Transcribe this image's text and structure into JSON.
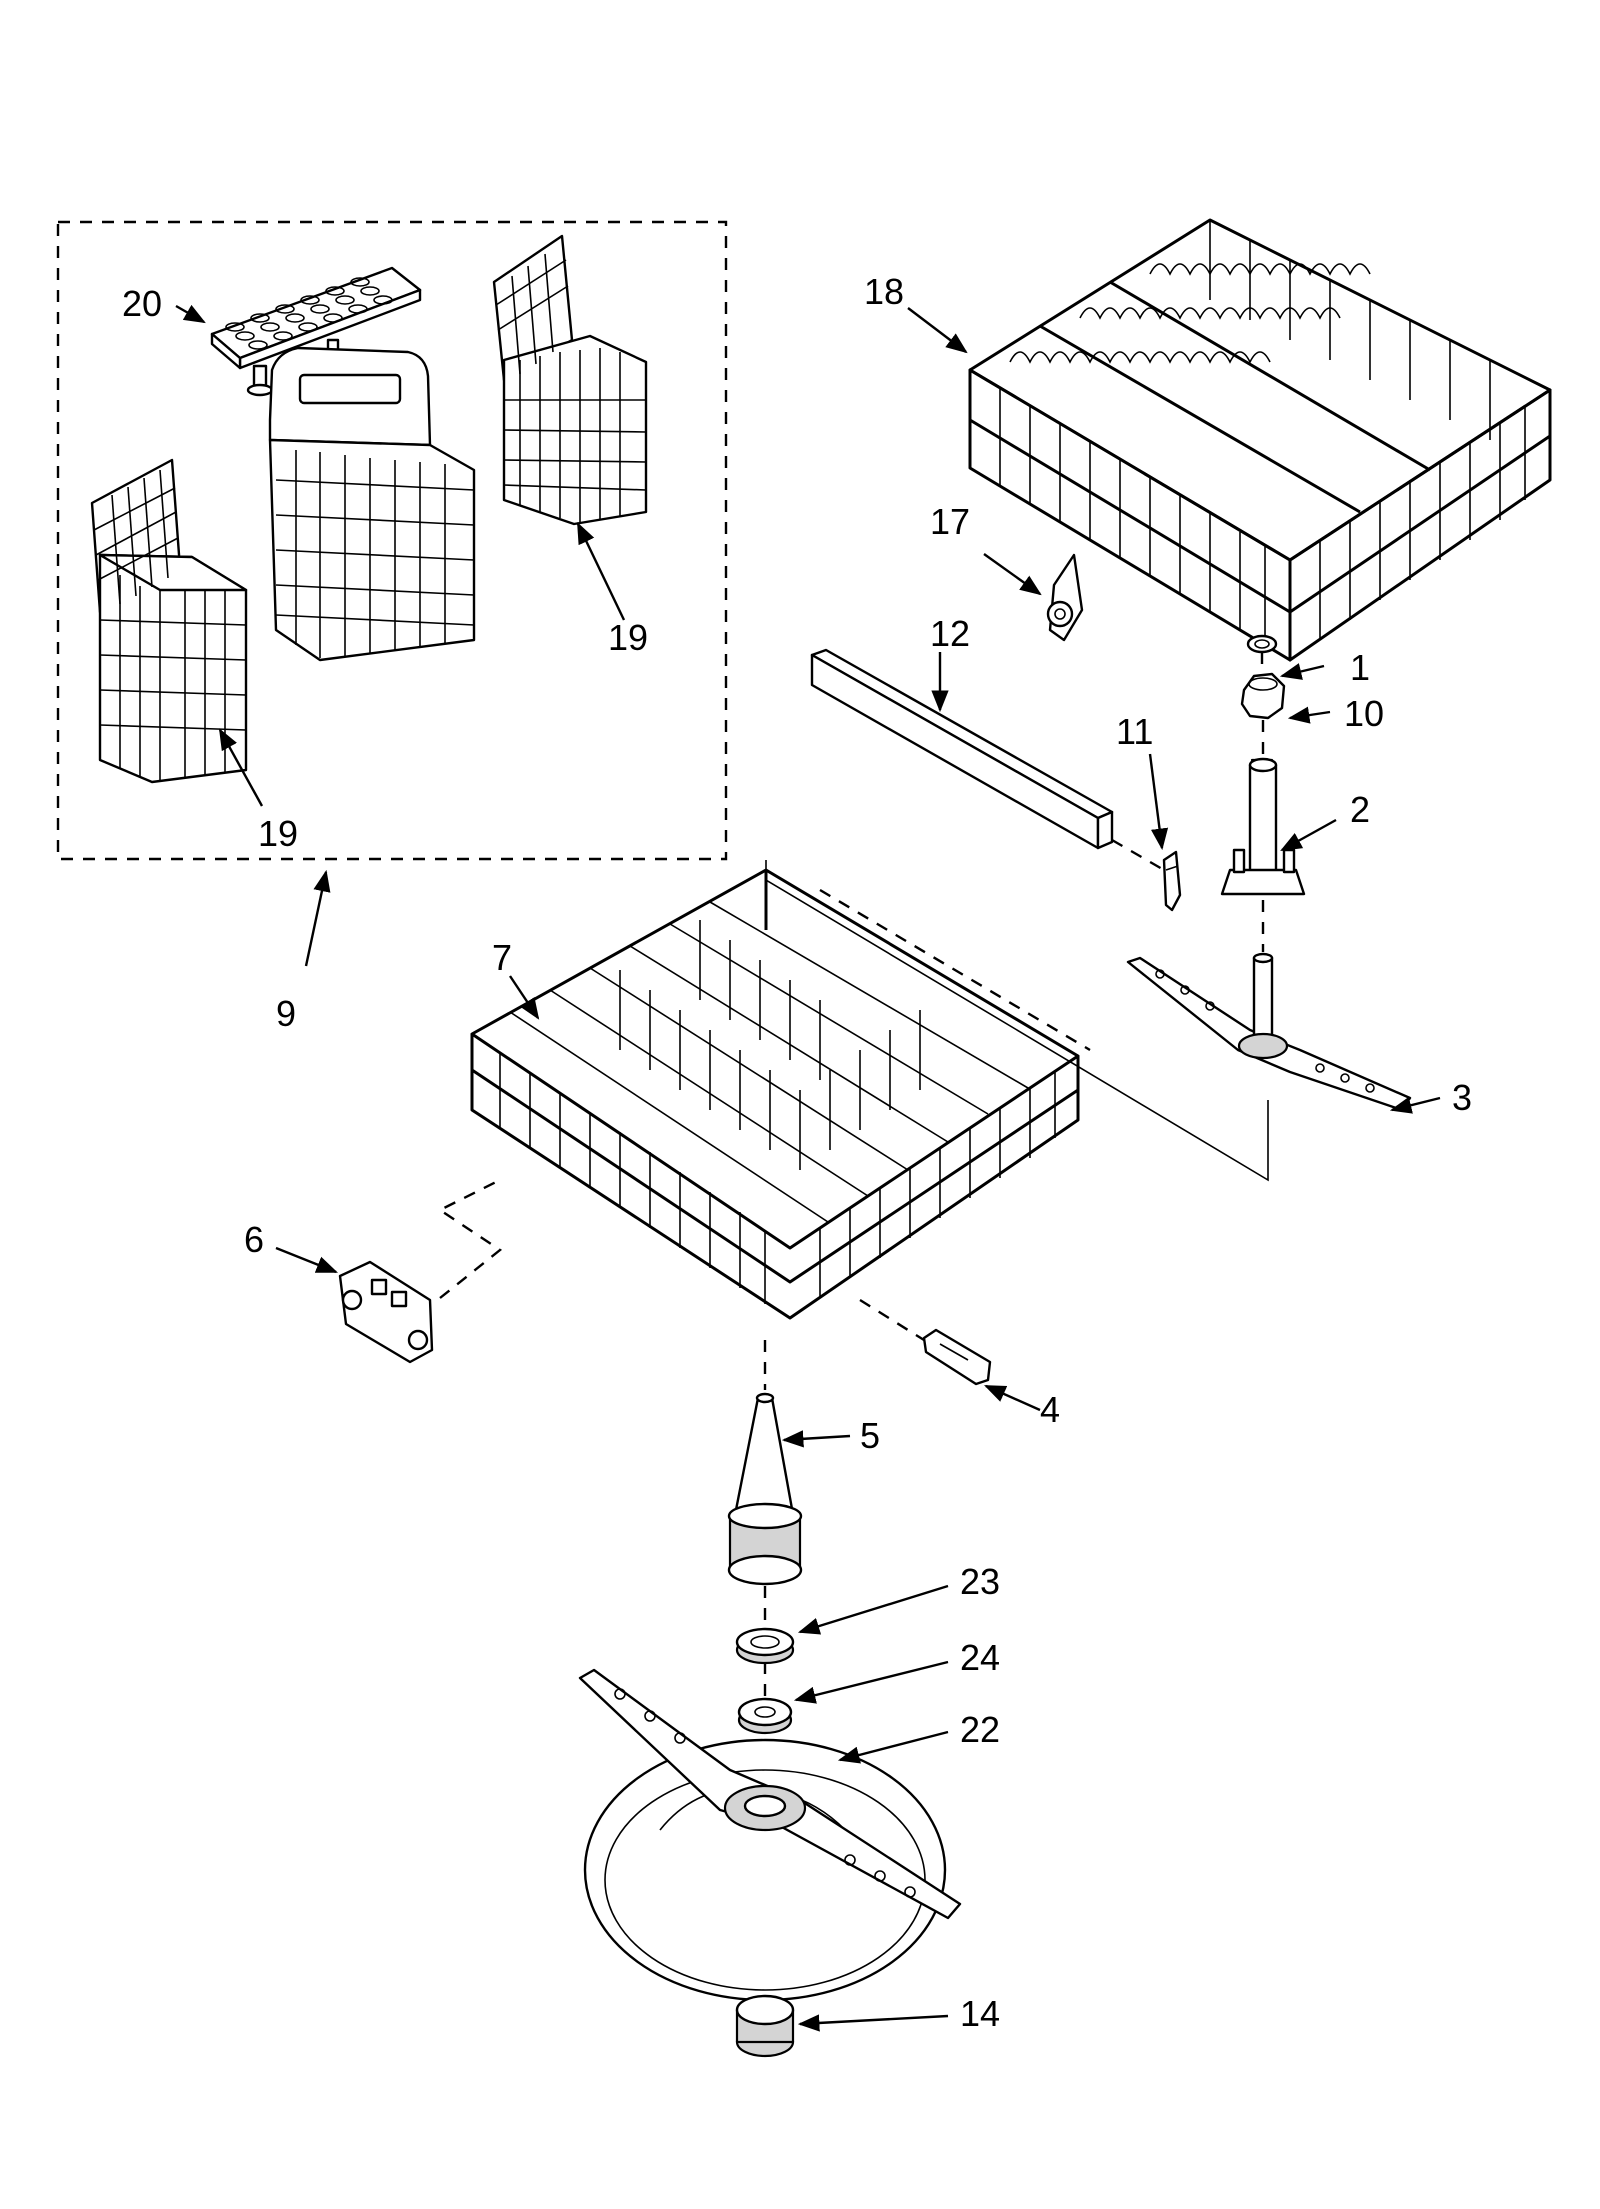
{
  "callouts": [
    {
      "id": "c20",
      "text": "20"
    },
    {
      "id": "c18",
      "text": "18"
    },
    {
      "id": "c17",
      "text": "17"
    },
    {
      "id": "c19a",
      "text": "19"
    },
    {
      "id": "c19b",
      "text": "19"
    },
    {
      "id": "c12",
      "text": "12"
    },
    {
      "id": "c1",
      "text": "1"
    },
    {
      "id": "c10",
      "text": "10"
    },
    {
      "id": "c11",
      "text": "11"
    },
    {
      "id": "c2",
      "text": "2"
    },
    {
      "id": "c9",
      "text": "9"
    },
    {
      "id": "c7",
      "text": "7"
    },
    {
      "id": "c3",
      "text": "3"
    },
    {
      "id": "c6",
      "text": "6"
    },
    {
      "id": "c4",
      "text": "4"
    },
    {
      "id": "c5",
      "text": "5"
    },
    {
      "id": "c23",
      "text": "23"
    },
    {
      "id": "c24",
      "text": "24"
    },
    {
      "id": "c22",
      "text": "22"
    },
    {
      "id": "c14",
      "text": "14"
    }
  ],
  "icons": [
    "arrow-icon"
  ],
  "colors": {
    "line": "#000000",
    "background": "#ffffff",
    "shade": "#d4d4d4"
  }
}
